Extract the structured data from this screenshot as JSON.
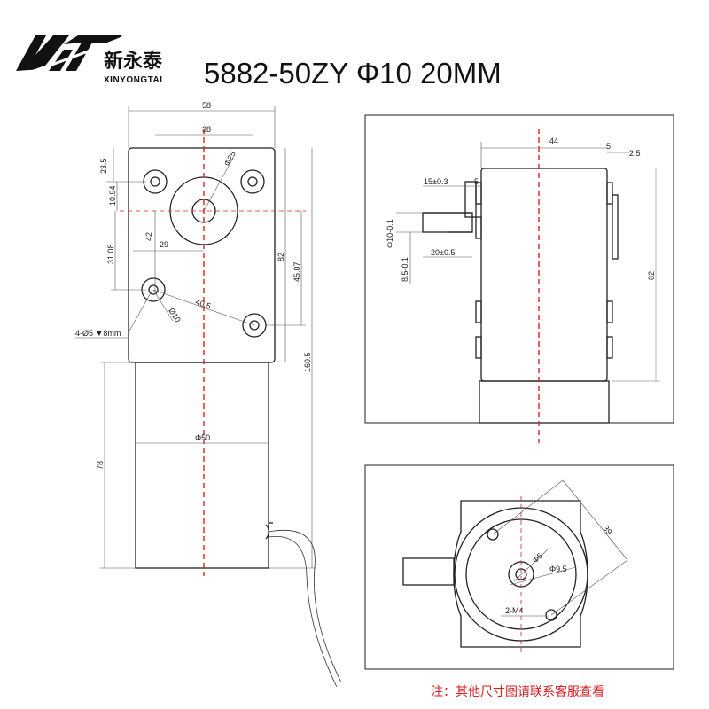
{
  "brand": {
    "logo_letters": "XYT",
    "name_cn": "新永泰",
    "name_en": "XINYONGTAI"
  },
  "model_title": "5882-50ZY Φ10 20MM",
  "front_view": {
    "dim_width_58": "58",
    "dim_38": "38",
    "dim_phi25": "Φ25",
    "dim_23_5": "23.5",
    "dim_10_94": "10.94",
    "dim_42": "42",
    "dim_29": "29",
    "dim_31_08": "31.08",
    "dim_82": "82",
    "dim_45_07": "45.07",
    "dim_40_5": "40.5",
    "dim_phi10": "Ø10",
    "dim_holes": "4-Ø5 ▼8mm",
    "dim_160_5": "160.5",
    "dim_phi50": "Φ50",
    "dim_78": "78"
  },
  "side_view": {
    "dim_44": "44",
    "dim_5": "5",
    "dim_2_5": "2.5",
    "dim_15": "15±0.3",
    "dim_5b": "5",
    "dim_phi10_tol": "Φ10-0.1",
    "dim_20": "20±0.5",
    "dim_8_5": "8.5-0.1",
    "dim_82": "82"
  },
  "end_view": {
    "dim_39": "39",
    "dim_phi5": "Φ5",
    "dim_phi9_5": "Φ9.5",
    "dim_2m4": "2-M4"
  },
  "footnote": "注：其他尺寸图请联系客服查看"
}
